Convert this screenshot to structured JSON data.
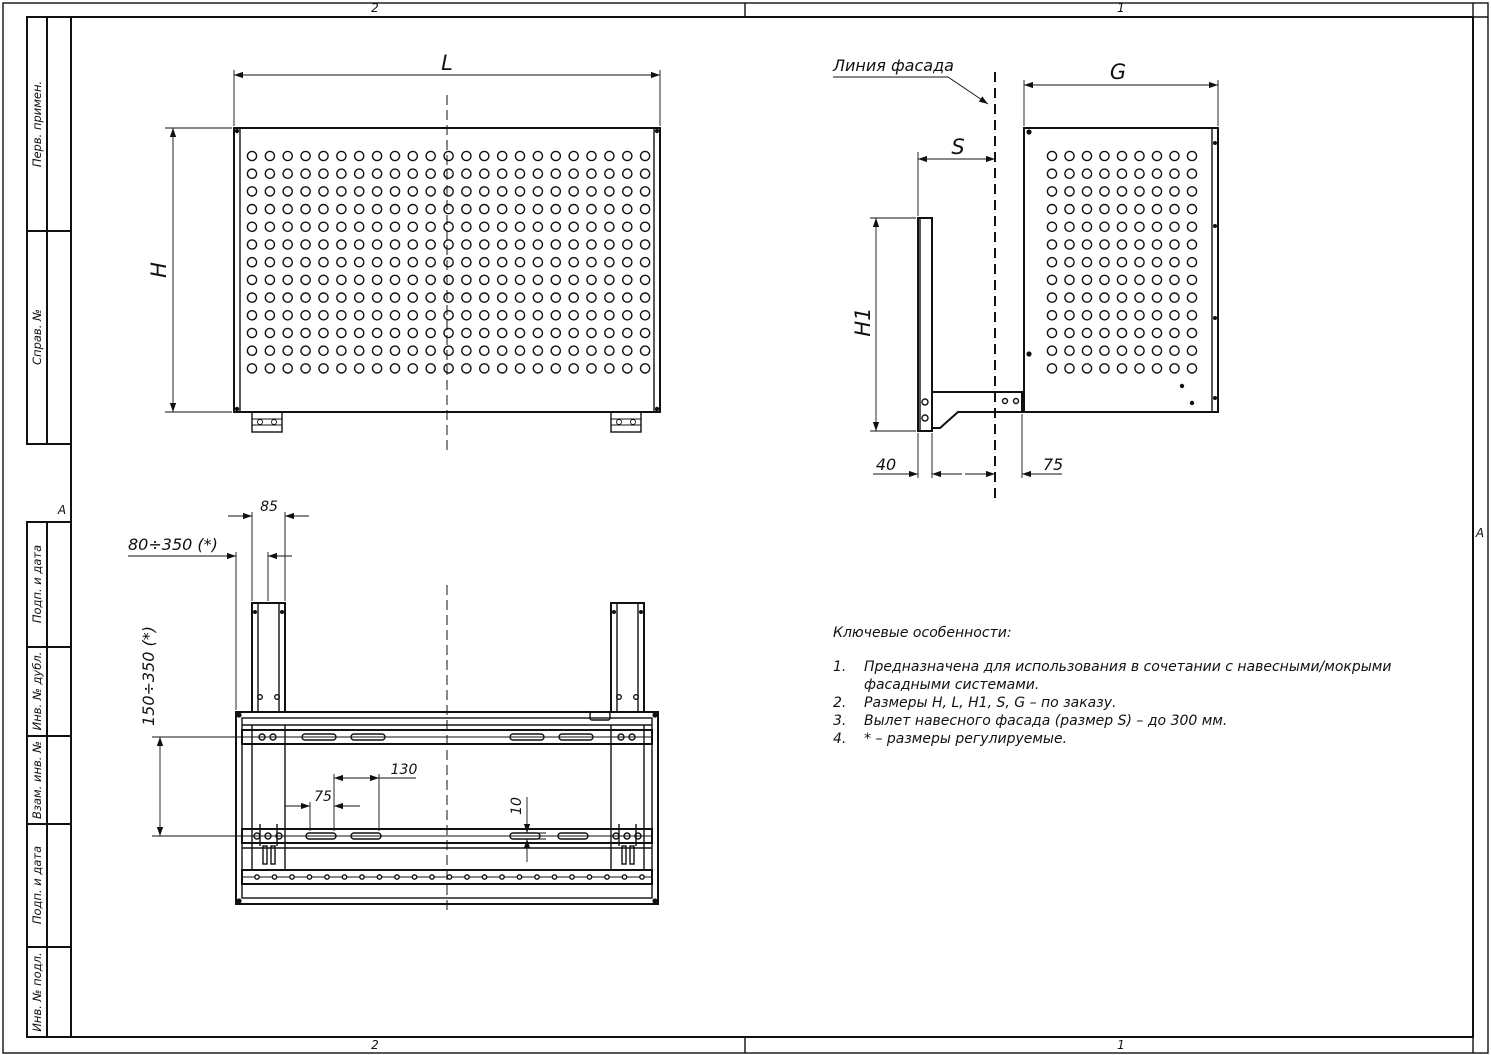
{
  "sheet": {
    "zones_top": [
      "2",
      "1"
    ],
    "zones_bottom": [
      "2",
      "1"
    ],
    "zone_left": "А",
    "zone_right": "А",
    "side_stamp": [
      "Перв. примен.",
      "Справ. №",
      "Подп. и дата",
      "Инв. № дубл.",
      "Взам. инв. №",
      "Подп. и дата",
      "Инв. № подл."
    ]
  },
  "front_view": {
    "width_label": "L",
    "height_label": "H"
  },
  "side_view": {
    "facade_label": "Линия фасада",
    "depth_label": "G",
    "offset_label": "S",
    "bracket_label": "H1",
    "dim_left": "40",
    "dim_right": "75"
  },
  "top_view": {
    "dim_85": "85",
    "dim_range_x": "80÷350 (*)",
    "dim_range_y": "150÷350 (*)",
    "dim_75": "75",
    "dim_130": "130",
    "dim_10": "10"
  },
  "notes": {
    "title": "Ключевые особенности:",
    "items": [
      {
        "num": "1.",
        "text": "Предназначена для использования в сочетании с навесными/мокрыми фасадными системами."
      },
      {
        "num": "2.",
        "text": "Размеры H, L, H1, S, G – по заказу."
      },
      {
        "num": "3.",
        "text": "Вылет навесного фасада (размер S) – до 300 мм."
      },
      {
        "num": "4.",
        "text": "* – размеры регулируемые."
      }
    ]
  }
}
